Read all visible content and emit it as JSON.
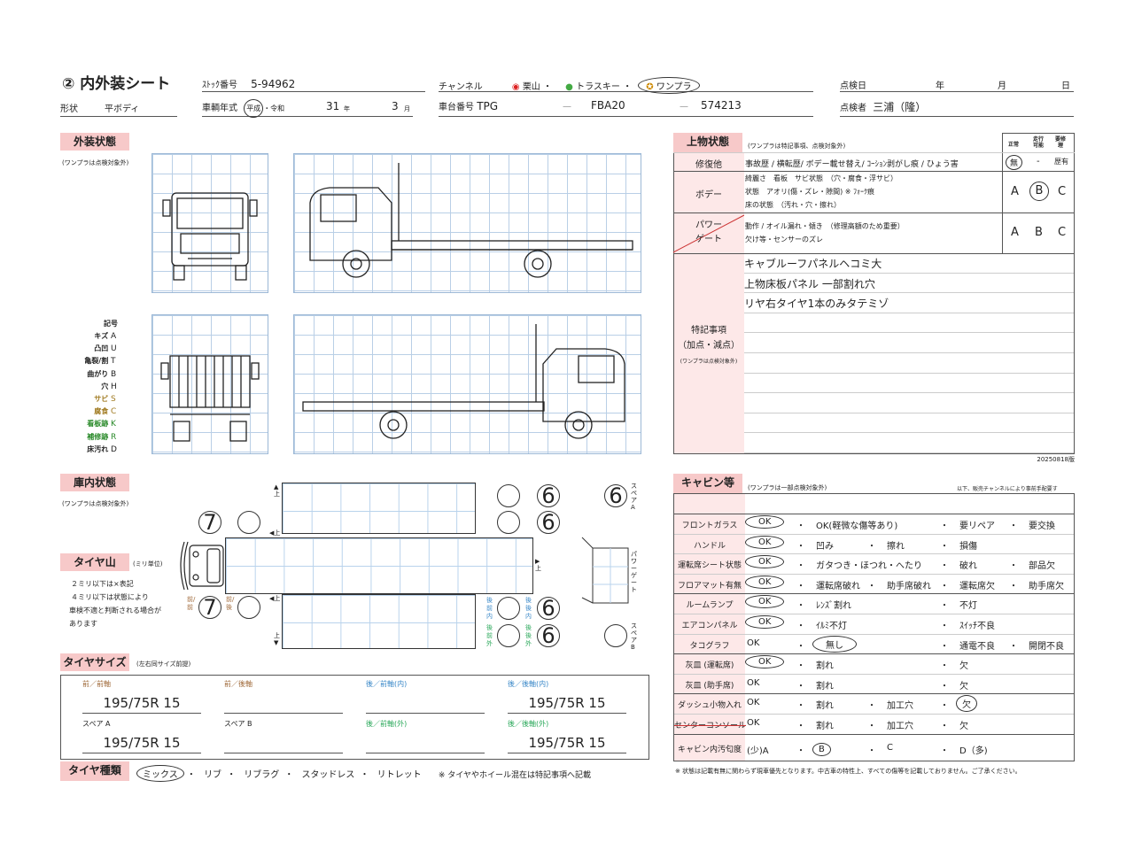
{
  "header": {
    "title": "② 内外装シート",
    "stock_label": "ｽﾄｯｸ番号",
    "stock_no": "5-94962",
    "channel_label": "チャンネル",
    "channels": [
      "栗山",
      "トラスキー",
      "ワンプラ"
    ],
    "date_label": "点検日",
    "year": "年",
    "month": "月",
    "day": "日",
    "shape_label": "形状",
    "shape": "平ボディ",
    "year_label": "車輌年式",
    "era1": "平成",
    "era2": "・令和",
    "model_year": "31",
    "year_unit": "年",
    "model_month": "3",
    "month_unit": "月",
    "chassis_label": "車台番号",
    "chassis1": "TPG",
    "chassis2": "FBA20",
    "chassis3": "574213",
    "dash": "—",
    "inspector_label": "点検者",
    "inspector": "三浦（隆）"
  },
  "exterior": {
    "title": "外装状態",
    "note": "(ワンプラは点検対象外)",
    "legend_title": "記号",
    "legend": [
      [
        "キズ",
        "A",
        "#222"
      ],
      [
        "凸凹",
        "U",
        "#222"
      ],
      [
        "亀裂/割",
        "T",
        "#222"
      ],
      [
        "曲がり",
        "B",
        "#222"
      ],
      [
        "穴",
        "H",
        "#222"
      ],
      [
        "サビ",
        "S",
        "#a07a20"
      ],
      [
        "腐食",
        "C",
        "#a07a20"
      ],
      [
        "看板跡",
        "K",
        "#2a8a2a"
      ],
      [
        "補修跡",
        "R",
        "#2a8a2a"
      ],
      [
        "床汚れ",
        "D",
        "#222"
      ]
    ]
  },
  "body": {
    "title": "上物状態",
    "note": "(ワンプラは特記事項、点検対象外)",
    "cols": [
      "正常",
      "走行可能",
      "要修理"
    ],
    "repair_label": "修復他",
    "repair_text": "事故歴 / 横転歴/ ボデー載せ替え/ ｺｰｼｮﾝ剥がし痕 / ひょう害",
    "repair_opts": [
      "無",
      "-",
      "歴有"
    ],
    "body_label": "ボデー",
    "body_lines": [
      "綺麗さ　看板　サビ状態　（穴・腐食・浮サビ）",
      "状態　アオリ(傷・ズレ・隙間) ※ ﾌｫｰｸ痕",
      "床の状態　（汚れ・穴・擦れ）"
    ],
    "grades": [
      "A",
      "B",
      "C"
    ],
    "pg_label1": "パワー",
    "pg_label2": "ゲート",
    "pg_lines": [
      "動作 / オイル漏れ・傾き　（修理高額のため重要）",
      "欠け等・センサーのズレ"
    ],
    "notes_label1": "特記事項",
    "notes_label2": "（加点・減点）",
    "notes_note": "(ワンプラは点検対象外)",
    "notes": [
      "キャブルーフパネルヘコミ大",
      "上物床板パネル 一部割れ穴",
      "リヤ右タイヤ1本のみタテミゾ"
    ],
    "version": "20250818版"
  },
  "cargo": {
    "title": "庫内状態",
    "note": "(ワンプラは点検対象外)",
    "up": "上",
    "power_gate": "パワーゲート",
    "spare_a": "スペアA",
    "spare_b": "スペアB"
  },
  "tread": {
    "title": "タイヤ山",
    "unit": "(ミリ単位)",
    "notes": [
      "２ミリ以下は×表記",
      "４ミリ以下は状態により",
      "車検不適と判断される場合が",
      "あります"
    ],
    "front_front": "7",
    "front_rear": "7",
    "rear_values": [
      "6",
      "6",
      "6",
      "6"
    ],
    "spare_a": "6",
    "lbl_ff": "前/前",
    "lbl_fr": "前/後",
    "lbl_rfi": "後前内",
    "lbl_rri": "後後内",
    "lbl_rfo": "後前外",
    "lbl_rro": "後後外"
  },
  "tire_size": {
    "title": "タイヤサイズ",
    "note": "(左右同サイズ前提)",
    "cells": [
      [
        "前／前軸",
        "195/75R 15",
        "#a06a3a"
      ],
      [
        "前／後軸",
        "",
        "#a06a3a"
      ],
      [
        "後／前軸(内)",
        "",
        "#3a88c8"
      ],
      [
        "後／後軸(内)",
        "195/75R 15",
        "#3a88c8"
      ],
      [
        "スペア A",
        "195/75R 15",
        "#222"
      ],
      [
        "スペア B",
        "",
        "#222"
      ],
      [
        "後／前軸(外)",
        "",
        "#2aa85a"
      ],
      [
        "後／後軸(外)",
        "195/75R 15",
        "#2aa85a"
      ]
    ]
  },
  "tire_type": {
    "title": "タイヤ種類",
    "options": [
      "ミックス",
      "リブ",
      "リブラグ",
      "スタッドレス",
      "リトレット"
    ],
    "note": "※ タイヤやホイール混在は特記事項へ記載"
  },
  "cabin": {
    "title": "キャビン等",
    "note": "(ワンプラは一部点検対象外)",
    "note_right": "以下、販売チャンネルにより事前手配要す",
    "rows": [
      {
        "label": "フロントガラス",
        "opts": [
          "OK",
          "OK(軽微な傷等あり)",
          "要リペア",
          "要交換"
        ],
        "sel": 0
      },
      {
        "label": "ハンドル",
        "opts": [
          "OK",
          "凹み",
          "擦れ",
          "損傷"
        ],
        "sel": 0
      },
      {
        "label": "運転席シート状態",
        "opts": [
          "OK",
          "ガタつき・ほつれ・へたり",
          "破れ",
          "部品欠"
        ],
        "sel": 0
      },
      {
        "label": "フロアマット有無",
        "opts": [
          "OK",
          "運転席破れ",
          "助手席破れ",
          "運転席欠",
          "助手席欠"
        ],
        "sel": 0
      },
      {
        "label": "ルームランプ",
        "opts": [
          "OK",
          "ﾚﾝｽﾞ割れ",
          "不灯"
        ],
        "sel": 0
      },
      {
        "label": "エアコンパネル",
        "opts": [
          "OK",
          "ｲﾙﾐ不灯",
          "ｽｲｯﾁ不良"
        ],
        "sel": 0
      },
      {
        "label": "タコグラフ",
        "opts": [
          "OK",
          "無し",
          "通電不良",
          "開閉不良"
        ],
        "sel": 1
      },
      {
        "label": "灰皿 (運転席)",
        "opts": [
          "OK",
          "割れ",
          "欠"
        ],
        "sel": 0
      },
      {
        "label": "灰皿 (助手席)",
        "opts": [
          "OK",
          "割れ",
          "欠"
        ],
        "sel": -1
      },
      {
        "label": "ダッシュ小物入れ",
        "opts": [
          "OK",
          "割れ",
          "加工穴",
          "欠"
        ],
        "sel": 3
      },
      {
        "label": "センターコンソール",
        "opts": [
          "OK",
          "割れ",
          "加工穴",
          "欠"
        ],
        "sel": -1,
        "struck": true
      },
      {
        "label": "キャビン内汚匂度",
        "opts": [
          "(少)A",
          "B",
          "C",
          "D（多)"
        ],
        "sel": 1
      }
    ],
    "footer": "※ 状態は記載有無に関わらず現車優先となります。中古車の特性上、すべての傷等を記載しておりません。ご了承ください。"
  }
}
